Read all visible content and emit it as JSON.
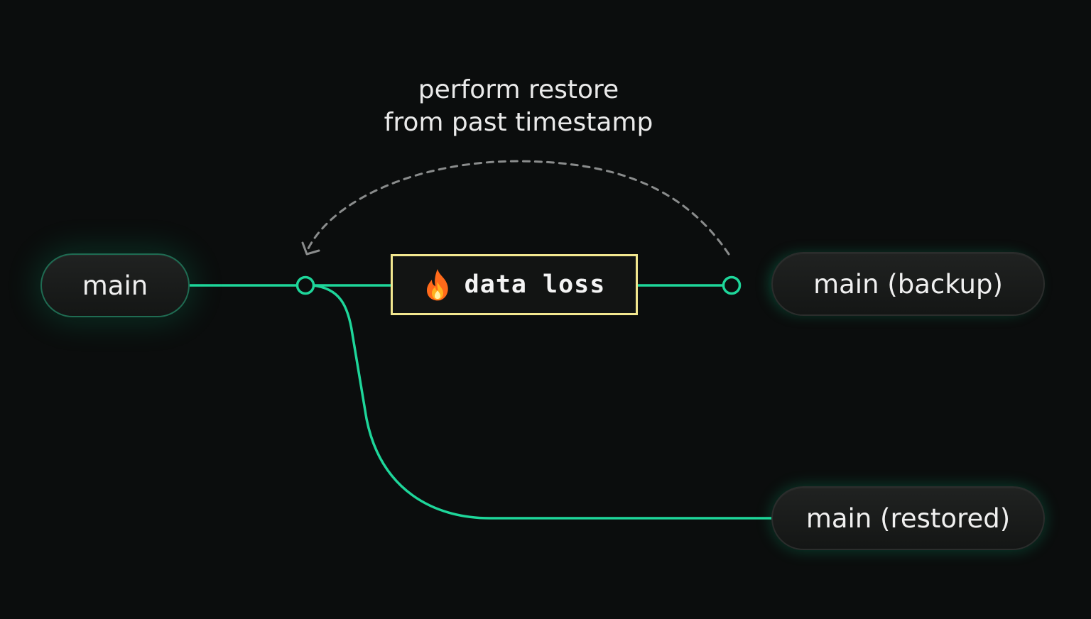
{
  "caption": {
    "line1": "perform restore",
    "line2": "from past timestamp"
  },
  "branches": {
    "main": "main",
    "backup": "main (backup)",
    "restored": "main (restored)"
  },
  "event": {
    "label": "data loss",
    "icon": "fire-icon"
  },
  "colors": {
    "accent": "#1ed69a",
    "warning_border": "#f2e78f",
    "dashed_arrow": "#8a8c8c",
    "background": "#0b0d0d"
  }
}
